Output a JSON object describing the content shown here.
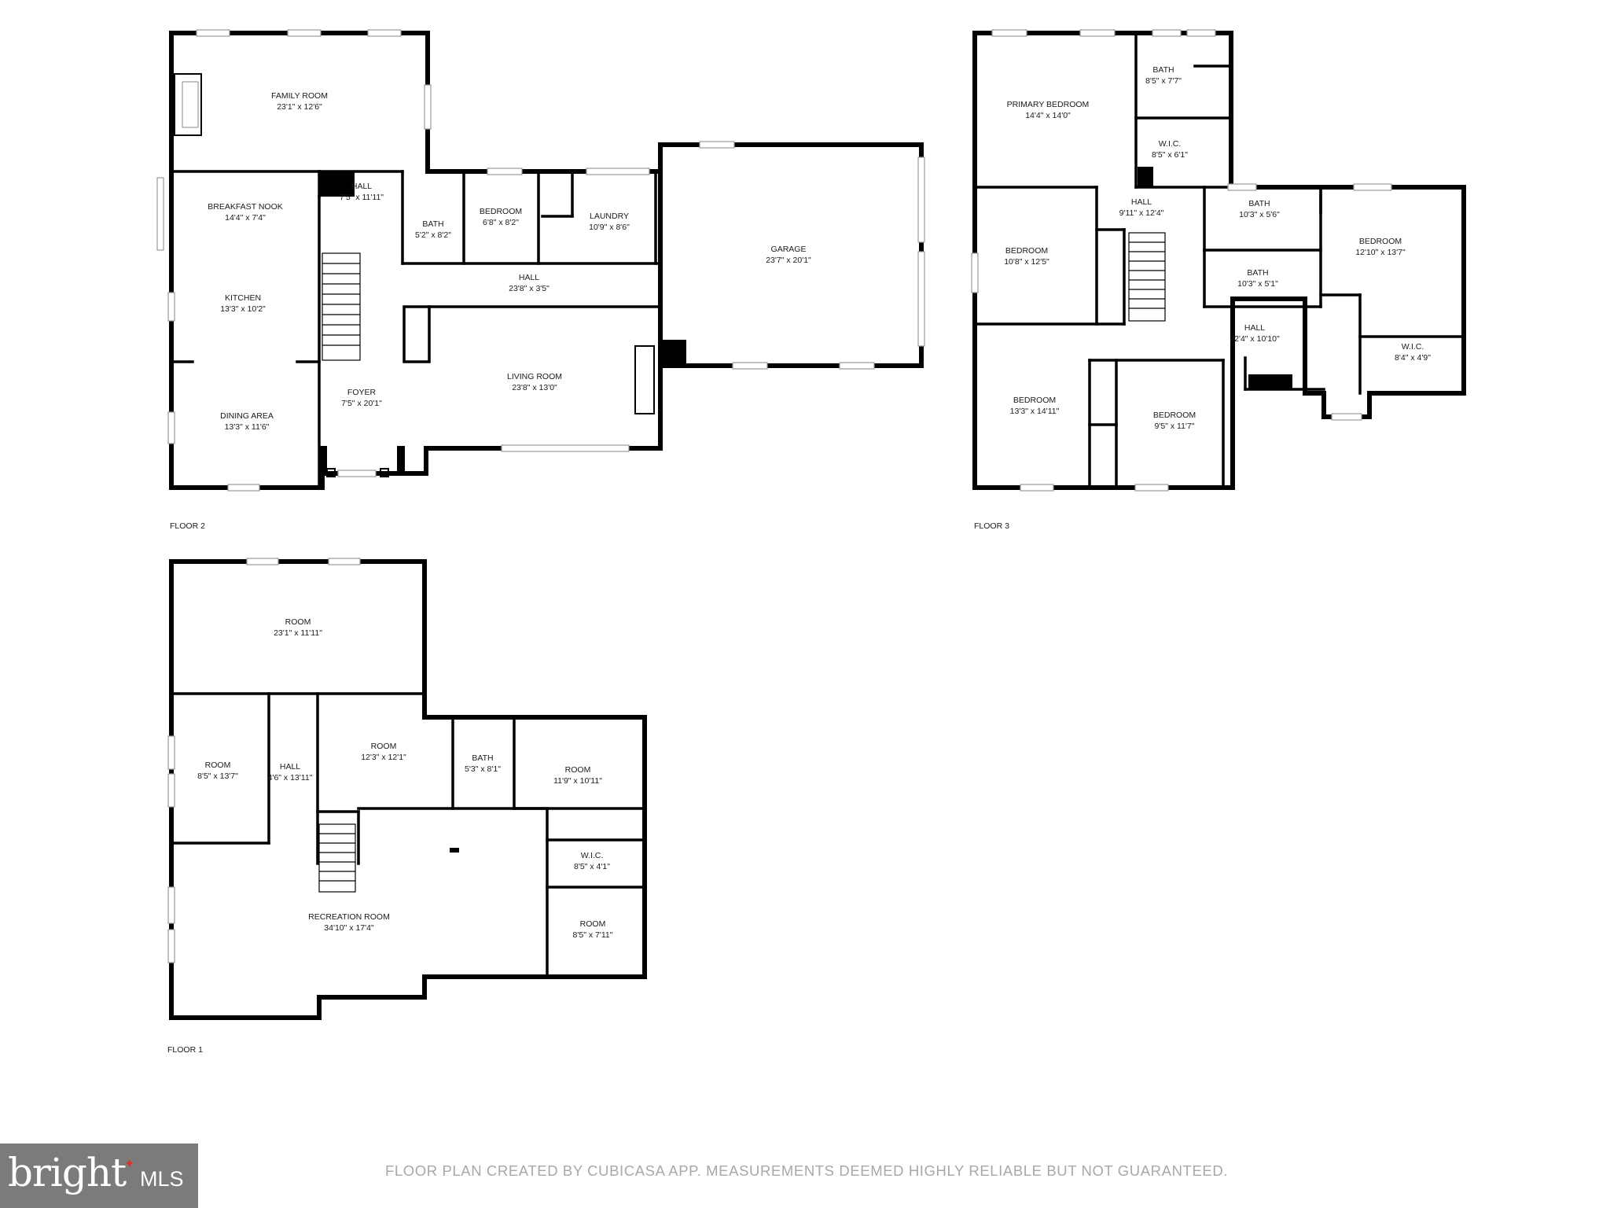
{
  "floors": {
    "floor2": {
      "label": "FLOOR 2",
      "rooms": {
        "family_room": {
          "name": "FAMILY ROOM",
          "dim": "23'1\" x 12'6\""
        },
        "breakfast_nook": {
          "name": "BREAKFAST NOOK",
          "dim": "14'4\" x 7'4\""
        },
        "hall_a": {
          "name": "HALL",
          "dim": "7'5\" x 11'11\""
        },
        "bath": {
          "name": "BATH",
          "dim": "5'2\" x 8'2\""
        },
        "bedroom": {
          "name": "BEDROOM",
          "dim": "6'8\" x 8'2\""
        },
        "laundry": {
          "name": "LAUNDRY",
          "dim": "10'9\" x 8'6\""
        },
        "garage": {
          "name": "GARAGE",
          "dim": "23'7\" x 20'1\""
        },
        "hall_b": {
          "name": "HALL",
          "dim": "23'8\" x 3'5\""
        },
        "kitchen": {
          "name": "KITCHEN",
          "dim": "13'3\" x 10'2\""
        },
        "living_room": {
          "name": "LIVING ROOM",
          "dim": "23'8\" x 13'0\""
        },
        "foyer": {
          "name": "FOYER",
          "dim": "7'5\" x 20'1\""
        },
        "dining_area": {
          "name": "DINING AREA",
          "dim": "13'3\" x 11'6\""
        }
      }
    },
    "floor3": {
      "label": "FLOOR 3",
      "rooms": {
        "primary_bedroom": {
          "name": "PRIMARY BEDROOM",
          "dim": "14'4\" x 14'0\""
        },
        "bath_a": {
          "name": "BATH",
          "dim": "8'5\" x 7'7\""
        },
        "wic_a": {
          "name": "W.I.C.",
          "dim": "8'5\" x 6'1\""
        },
        "hall_a": {
          "name": "HALL",
          "dim": "9'11\" x 12'4\""
        },
        "bath_b": {
          "name": "BATH",
          "dim": "10'3\" x 5'6\""
        },
        "bedroom_a": {
          "name": "BEDROOM",
          "dim": "10'8\" x 12'5\""
        },
        "bedroom_b": {
          "name": "BEDROOM",
          "dim": "12'10\" x 13'7\""
        },
        "bath_c": {
          "name": "BATH",
          "dim": "10'3\" x 5'1\""
        },
        "hall_b": {
          "name": "HALL",
          "dim": "22'4\" x 10'10\""
        },
        "wic_b": {
          "name": "W.I.C.",
          "dim": "8'4\" x 4'9\""
        },
        "bedroom_c": {
          "name": "BEDROOM",
          "dim": "13'3\" x 14'11\""
        },
        "bedroom_d": {
          "name": "BEDROOM",
          "dim": "9'5\" x 11'7\""
        }
      }
    },
    "floor1": {
      "label": "FLOOR 1",
      "rooms": {
        "room_a": {
          "name": "ROOM",
          "dim": "23'1\" x 11'11\""
        },
        "room_b": {
          "name": "ROOM",
          "dim": "8'5\" x 13'7\""
        },
        "hall": {
          "name": "HALL",
          "dim": "4'6\" x 13'11\""
        },
        "room_c": {
          "name": "ROOM",
          "dim": "12'3\" x 12'1\""
        },
        "bath": {
          "name": "BATH",
          "dim": "5'3\" x 8'1\""
        },
        "room_d": {
          "name": "ROOM",
          "dim": "11'9\" x 10'11\""
        },
        "wic": {
          "name": "W.I.C.",
          "dim": "8'5\" x 4'1\""
        },
        "recreation_room": {
          "name": "RECREATION ROOM",
          "dim": "34'10\" x 17'4\""
        },
        "room_e": {
          "name": "ROOM",
          "dim": "8'5\" x 7'11\""
        }
      }
    }
  },
  "footer": {
    "disclaimer": "FLOOR PLAN CREATED BY CUBICASA APP. MEASUREMENTS DEEMED HIGHLY RELIABLE BUT NOT GUARANTEED.",
    "logo_word": "bright",
    "logo_mls": "MLS"
  }
}
